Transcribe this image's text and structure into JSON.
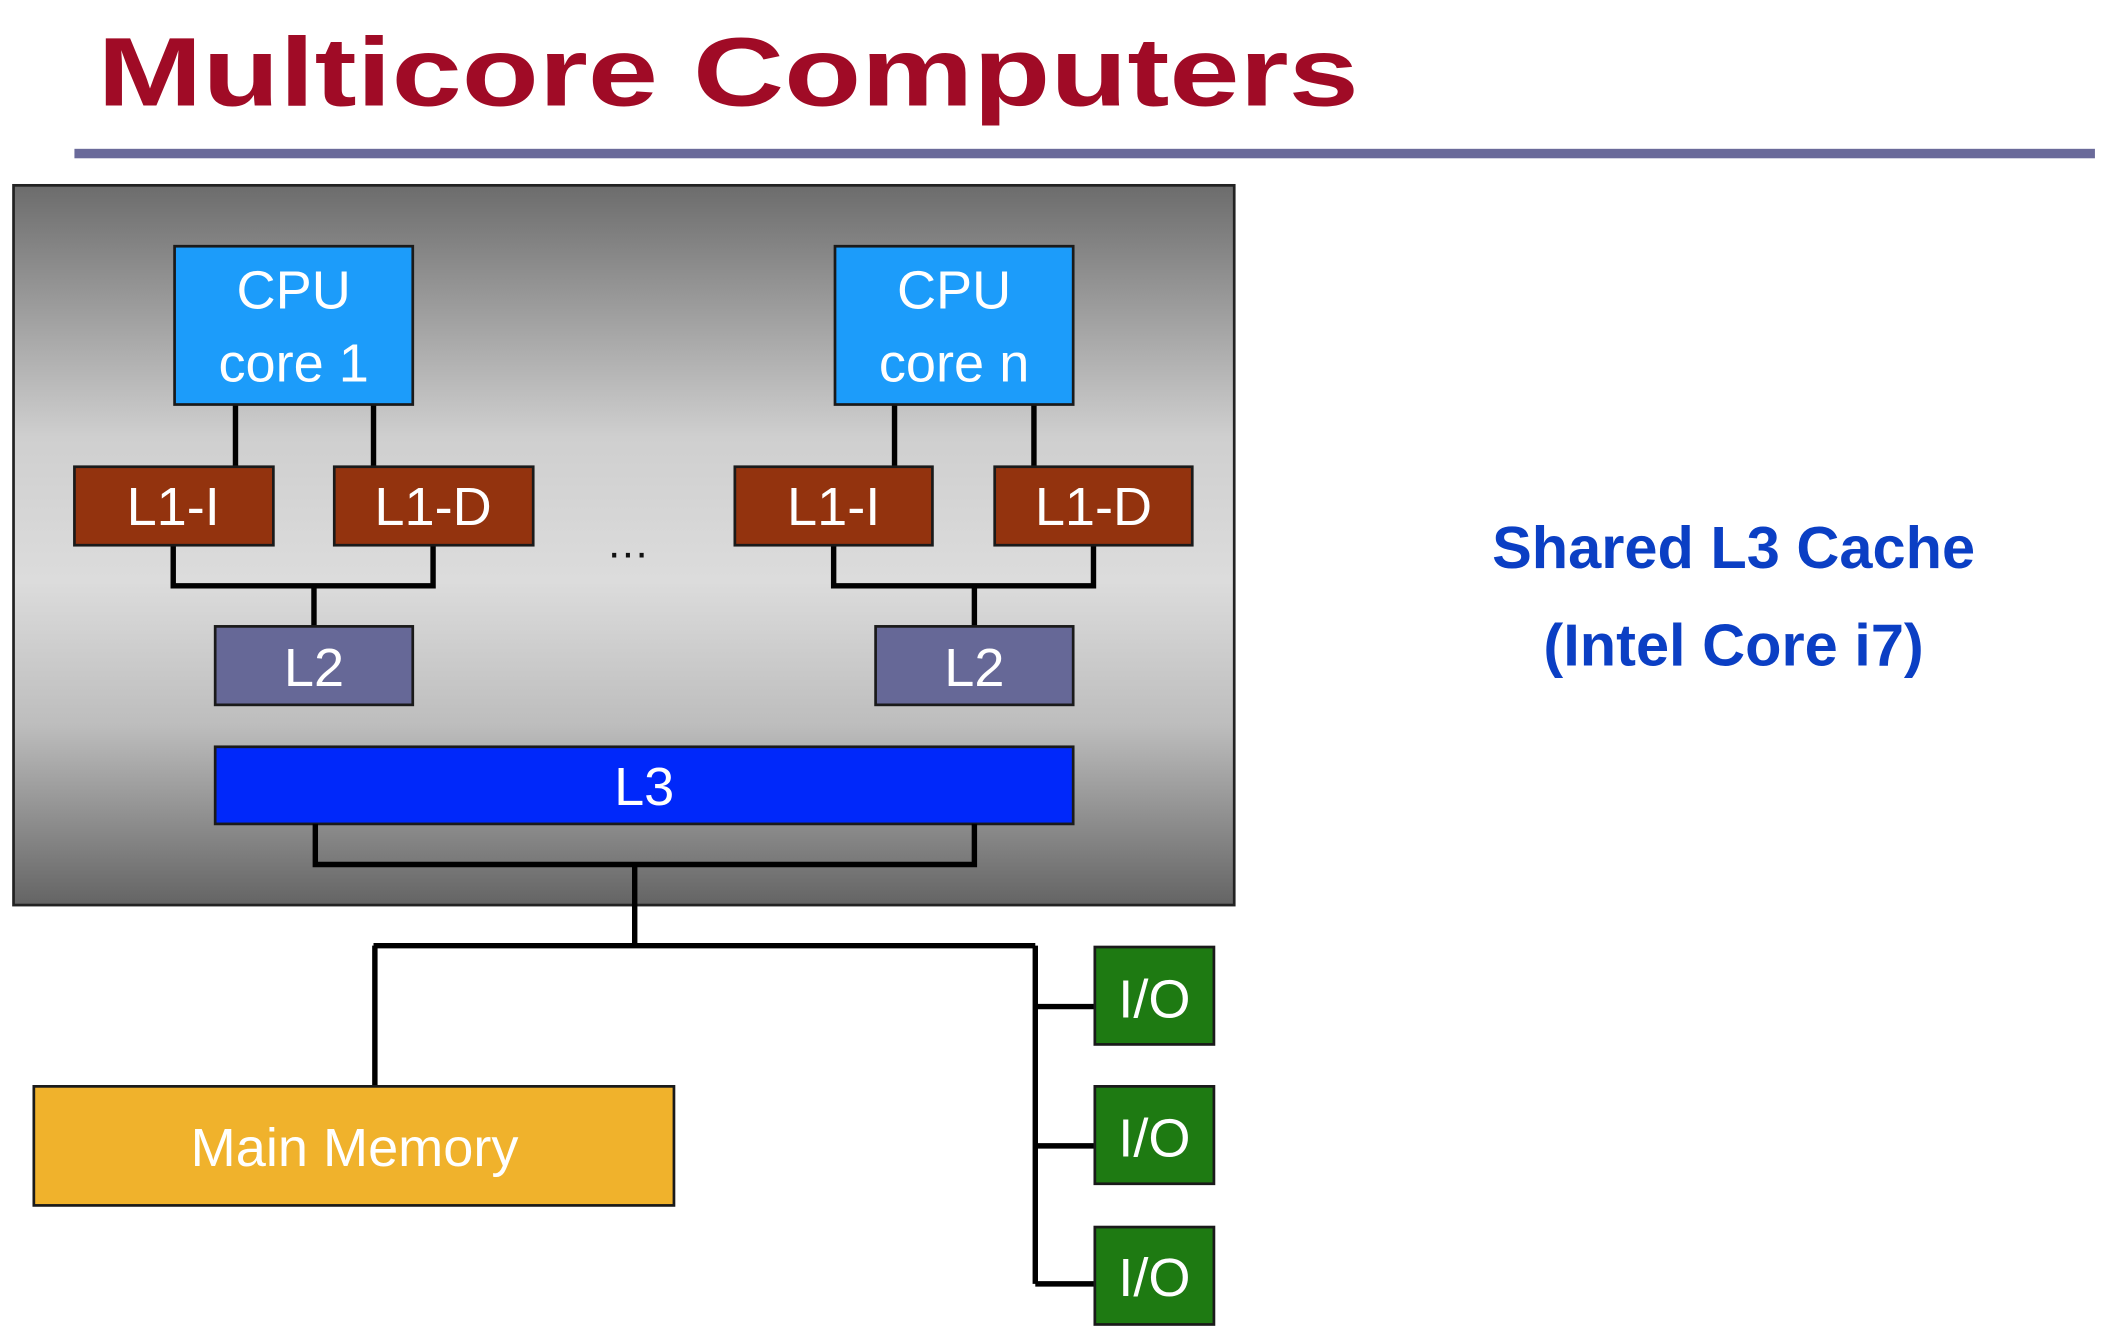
{
  "slide": {
    "title": "Multicore Computers",
    "note_line1": "Shared L3 Cache",
    "note_line2": "(Intel Core i7)"
  },
  "colors": {
    "title": "#a00b26",
    "rule": "#6a6a9a",
    "cpu": "#1c9cfa",
    "l1": "#93330e",
    "l2": "#666897",
    "l3": "#0028fa",
    "memory": "#f0b22c",
    "io": "#1e7a12",
    "note": "#0b3fc4"
  },
  "diagram": {
    "cores": [
      {
        "line1": "CPU",
        "line2": "core 1",
        "l1i": "L1-I",
        "l1d": "L1-D",
        "l2": "L2"
      },
      {
        "line1": "CPU",
        "line2": "core n",
        "l1i": "L1-I",
        "l1d": "L1-D",
        "l2": "L2"
      }
    ],
    "ellipsis": "…",
    "l3": "L3",
    "main_memory": "Main Memory",
    "io": [
      "I/O",
      "I/O",
      "I/O"
    ]
  }
}
